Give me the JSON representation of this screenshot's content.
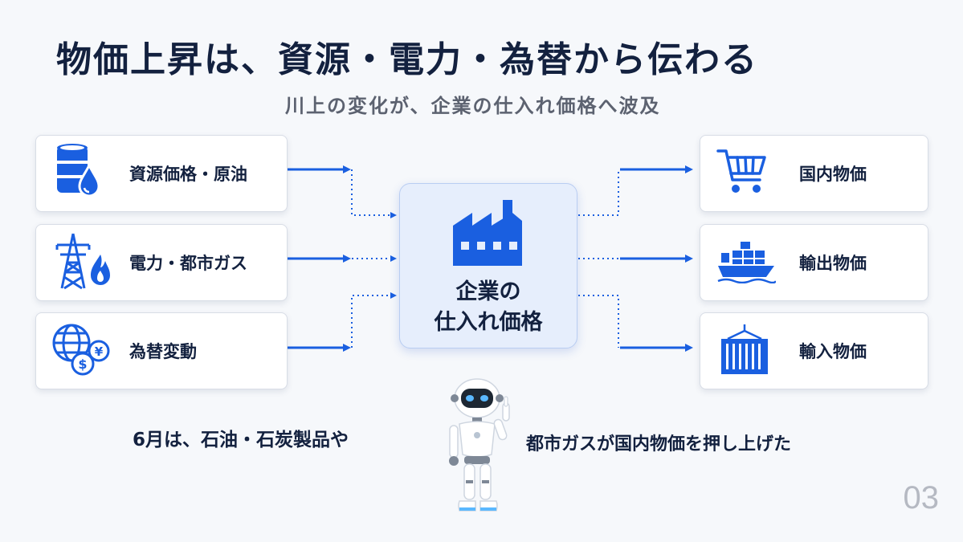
{
  "title": "物価上昇は、資源・電力・為替から伝わる",
  "subtitle": "川上の変化が、企業の仕入れ価格へ波及",
  "inputs": [
    {
      "label": "資源価格・原油",
      "icon": "oil-barrel-icon"
    },
    {
      "label": "電力・都市ガス",
      "icon": "power-tower-flame-icon"
    },
    {
      "label": "為替変動",
      "icon": "globe-currency-icon"
    }
  ],
  "center": {
    "line1": "企業の",
    "line2": "仕入れ価格",
    "icon": "factory-icon"
  },
  "outputs": [
    {
      "label": "国内物価",
      "icon": "shopping-cart-icon"
    },
    {
      "label": "輸出物価",
      "icon": "cargo-ship-icon"
    },
    {
      "label": "輸入物価",
      "icon": "shipping-container-icon"
    }
  ],
  "caption_left": "6月は、石油・石炭製品や",
  "caption_right": "都市ガスが国内物価を押し上げた",
  "page_number": "03",
  "colors": {
    "accent": "#1a5fe0",
    "text": "#13213f",
    "subtext": "#5c6270"
  }
}
